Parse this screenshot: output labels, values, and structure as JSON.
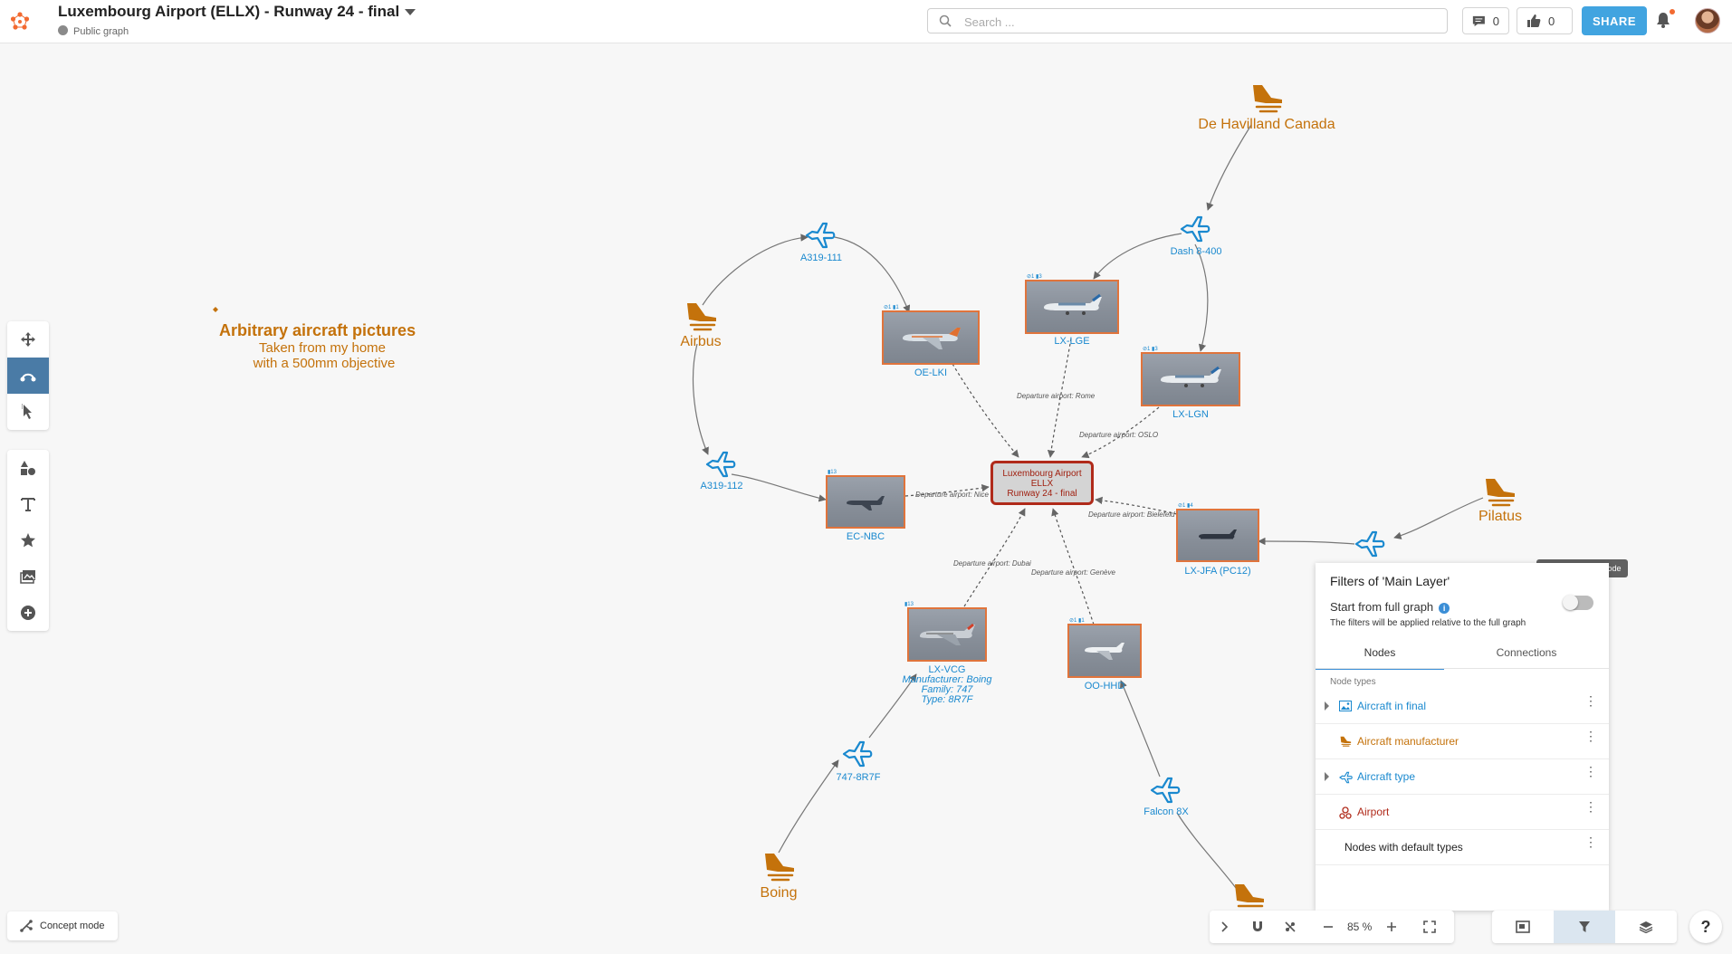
{
  "header": {
    "title": "Luxembourg Airport (ELLX) - Runway 24 - final",
    "visibility": "Public graph",
    "search_placeholder": "Search ...",
    "comments_count": "0",
    "likes_count": "0",
    "share_label": "SHARE"
  },
  "colors": {
    "accent": "#41a4e0",
    "active_tool": "#4a7ba6",
    "aircraft_type": "#1a89cf",
    "manufacturer": "#c4720b",
    "airport": "#b02a1a",
    "photo_border": "#e0743c"
  },
  "toolbar": {
    "tools": [
      {
        "icon": "move-icon"
      },
      {
        "icon": "connect-icon",
        "active": true
      },
      {
        "icon": "select-pointer-icon"
      },
      {
        "icon": "shapes-icon"
      },
      {
        "icon": "text-icon"
      },
      {
        "icon": "star-icon"
      },
      {
        "icon": "image-icon"
      },
      {
        "icon": "add-circle-icon"
      }
    ]
  },
  "note": {
    "title": "Arbitrary aircraft pictures",
    "line1": "Taken from my home",
    "line2": "with a 500mm objective"
  },
  "manufacturers": {
    "airbus": "Airbus",
    "dehavilland": "De Havilland Canada",
    "pilatus": "Pilatus",
    "boeing": "Boing"
  },
  "aircraft_types": {
    "a319_111": "A319-111",
    "a319_112": "A319-112",
    "dash8": "Dash 8-400",
    "b747": "747-8R7F",
    "falcon": "Falcon 8X"
  },
  "photos": {
    "oe_lki": {
      "label": "OE-LKI",
      "badge": "⊘1 ▮1"
    },
    "lx_lge": {
      "label": "LX-LGE",
      "badge": "⊘1 ▮3"
    },
    "lx_lgn": {
      "label": "LX-LGN",
      "badge": "⊘1 ▮3"
    },
    "ec_nbc": {
      "label": "EC-NBC",
      "badge": "▮13"
    },
    "lx_jfa": {
      "label": "LX-JFA (PC12)",
      "badge": "⊘1 ▮4"
    },
    "lx_vcg": {
      "label": "LX-VCG",
      "badge": "▮13",
      "manufacturer": "Manufacturer: Boing",
      "family": "Family: 747",
      "type": "Type: 8R7F"
    },
    "oo_hhd": {
      "label": "OO-HHD",
      "badge": "⊘1 ▮1"
    }
  },
  "airport": {
    "line1": "Luxembourg Airport",
    "line2": "ELLX",
    "line3": "Runway 24 - final"
  },
  "edge_labels": {
    "rome": "Departure airport: Rome",
    "oslo": "Departure airport: OSLO",
    "nice": "Departure airport: Nice",
    "bielefeld": "Departure airport: Bielefeld",
    "dubai": "Departure airport: Dubai",
    "geneve": "Departure airport: Genève"
  },
  "filters": {
    "title": "Filters of 'Main Layer'",
    "start_full_graph": "Start from full graph",
    "start_full_graph_desc": "The filters will be applied relative to the full graph",
    "additive_tooltip": "Enable additive mode",
    "tabs": [
      "Nodes",
      "Connections"
    ],
    "section_label": "Node types",
    "node_types": [
      {
        "label": "Aircraft in final",
        "icon": "image-icon",
        "color": "#1a89cf",
        "expandable": true
      },
      {
        "label": "Aircraft manufacturer",
        "icon": "manufacturer-icon",
        "color": "#c4720b",
        "expandable": false
      },
      {
        "label": "Aircraft type",
        "icon": "plane-icon",
        "color": "#1a89cf",
        "expandable": true
      },
      {
        "label": "Airport",
        "icon": "airport-icon",
        "color": "#b02a1a",
        "expandable": false
      },
      {
        "label": "Nodes with default types",
        "icon": "",
        "color": "#222222",
        "expandable": false
      }
    ]
  },
  "bottom": {
    "concept_mode": "Concept mode",
    "zoom": "85 %"
  }
}
